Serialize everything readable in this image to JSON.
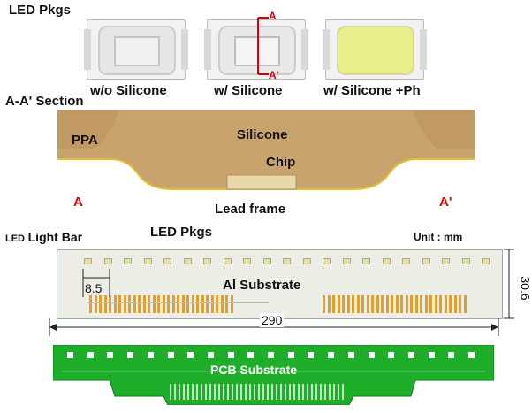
{
  "header": {
    "title": "LED Pkgs"
  },
  "packages": {
    "labels": [
      "w/o Silicone",
      "w/ Silicone",
      "w/ Silicone +Ph"
    ],
    "marker_top": "A",
    "marker_bottom": "A'"
  },
  "section": {
    "title": "A-A' Section",
    "ppa": "PPA",
    "silicone": "Silicone",
    "chip": "Chip",
    "lead_frame": "Lead frame",
    "left_marker": "A",
    "right_marker": "A'"
  },
  "lightbar": {
    "title_small": "LED",
    "title": "Light Bar",
    "pkgs_label": "LED Pkgs",
    "unit": "Unit : mm",
    "substrate": "Al Substrate",
    "pitch": "8.5",
    "height": "30.6",
    "length": "290",
    "led_count": 21
  },
  "pcb": {
    "label": "PCB Substrate"
  },
  "colors": {
    "pcb_green": "#1fae2a",
    "marker_red": "#dd0000",
    "section_tan": "#c9a36e"
  }
}
